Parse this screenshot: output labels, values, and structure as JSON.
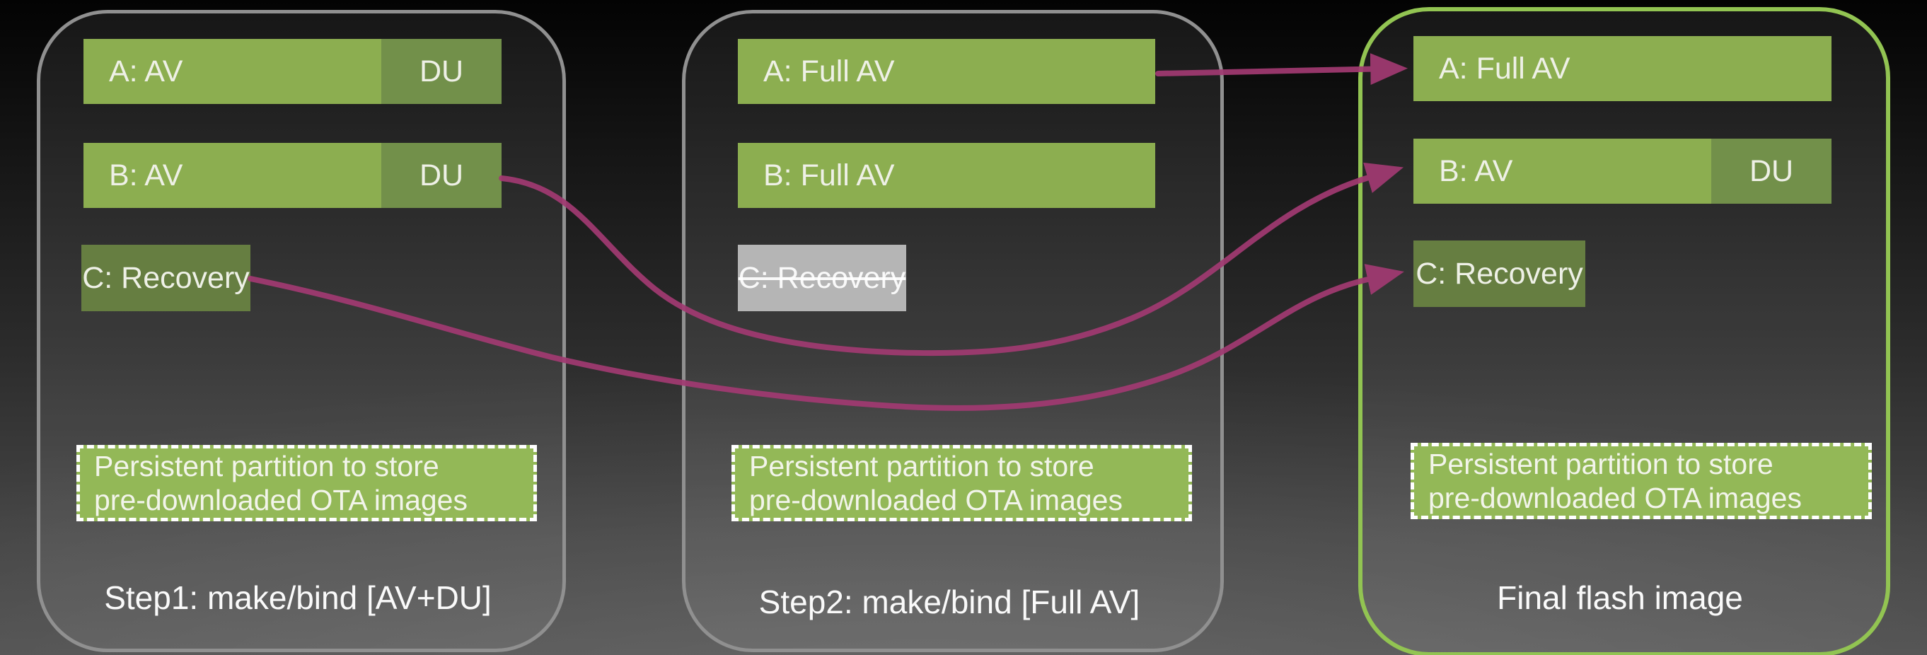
{
  "colors": {
    "bar_green": "#8cae50",
    "du_green": "#72904a",
    "recovery_green": "#667e41",
    "persistent_green": "#93b857",
    "disabled_gray": "#b5b5b5",
    "arrow_magenta": "#a23a72",
    "panel_border_gray": "#909090",
    "panel_border_green": "#92c452",
    "text_light": "#eef0e6"
  },
  "panels": [
    {
      "id": "step1",
      "caption": "Step1: make/bind [AV+DU]",
      "border": "gray",
      "partitions": {
        "a": {
          "label": "A: AV",
          "du": "DU"
        },
        "b": {
          "label": "B: AV",
          "du": "DU"
        },
        "c": {
          "label": "C: Recovery",
          "state": "active"
        }
      },
      "persistent": {
        "line1": "Persistent partition to store",
        "line2": "pre-downloaded OTA images"
      }
    },
    {
      "id": "step2",
      "caption": "Step2: make/bind [Full AV]",
      "border": "gray",
      "partitions": {
        "a": {
          "label": "A: Full AV"
        },
        "b": {
          "label": "B: Full AV"
        },
        "c": {
          "label": "C: Recovery",
          "state": "removed"
        }
      },
      "persistent": {
        "line1": "Persistent partition to store",
        "line2": "pre-downloaded OTA images"
      }
    },
    {
      "id": "final",
      "caption": "Final flash image",
      "border": "green",
      "partitions": {
        "a": {
          "label": "A: Full AV"
        },
        "b": {
          "label": "B: AV",
          "du": "DU"
        },
        "c": {
          "label": "C: Recovery",
          "state": "active"
        }
      },
      "persistent": {
        "line1": "Persistent partition to store",
        "line2": "pre-downloaded OTA images"
      }
    }
  ],
  "arrows": [
    {
      "from": "step2.a",
      "to": "final.a",
      "color": "#a23a72"
    },
    {
      "from": "step1.b",
      "to": "final.b",
      "color": "#a23a72"
    },
    {
      "from": "step1.c",
      "to": "final.c",
      "color": "#a23a72"
    }
  ]
}
